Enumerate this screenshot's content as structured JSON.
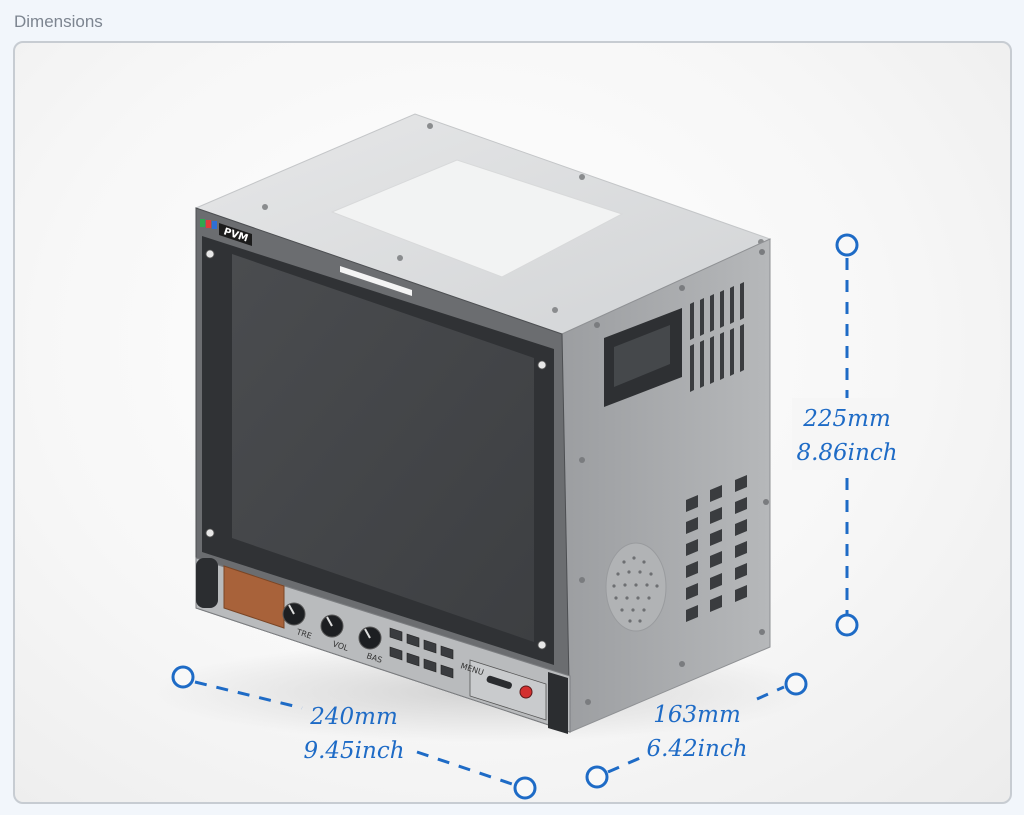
{
  "section": {
    "title": "Dimensions"
  },
  "product": {
    "brand_logo": "PVM",
    "controls": {
      "knob1": "TRE",
      "knob2": "VOL",
      "knob3": "BAS",
      "menu": "MENU"
    }
  },
  "dimensions": {
    "height": {
      "mm": "225mm",
      "inch": "8.86inch"
    },
    "width": {
      "mm": "240mm",
      "inch": "9.45inch"
    },
    "depth": {
      "mm": "163mm",
      "inch": "6.42inch"
    }
  },
  "colors": {
    "dimension_accent": "#1e6bc6",
    "panel_border": "#c7ccd2",
    "body_grey": "#a9abad"
  }
}
